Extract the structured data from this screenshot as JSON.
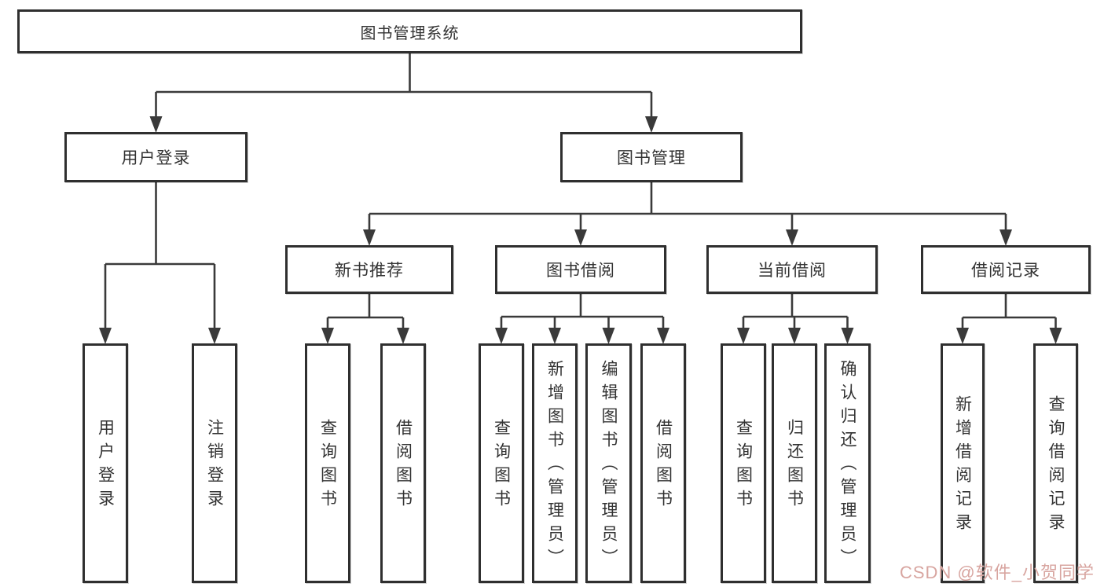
{
  "diagram": {
    "title": "图书管理系统"
  },
  "nodes": [
    {
      "id": "root",
      "label": "图书管理系统",
      "level": 1
    },
    {
      "id": "login",
      "label": "用户登录",
      "level": 2
    },
    {
      "id": "book-mgmt",
      "label": "图书管理",
      "level": 2
    },
    {
      "id": "new-book",
      "label": "新书推荐",
      "level": 3
    },
    {
      "id": "book-borrow",
      "label": "图书借阅",
      "level": 3
    },
    {
      "id": "current-borrow",
      "label": "当前借阅",
      "level": 3
    },
    {
      "id": "borrow-records",
      "label": "借阅记录",
      "level": 3
    },
    {
      "id": "user-login",
      "label": "用户登录",
      "level": 4
    },
    {
      "id": "logout",
      "label": "注销登录",
      "level": 4
    },
    {
      "id": "nb-query",
      "label": "查询图书",
      "level": 4
    },
    {
      "id": "nb-borrow",
      "label": "借阅图书",
      "level": 4
    },
    {
      "id": "bb-query",
      "label": "查询图书",
      "level": 4
    },
    {
      "id": "bb-add",
      "label": "新增图书（管理员）",
      "level": 4
    },
    {
      "id": "bb-edit",
      "label": "编辑图书（管理员）",
      "level": 4
    },
    {
      "id": "bb-borrow",
      "label": "借阅图书",
      "level": 4
    },
    {
      "id": "cb-query",
      "label": "查询图书",
      "level": 4
    },
    {
      "id": "cb-return",
      "label": "归还图书",
      "level": 4
    },
    {
      "id": "cb-confirm",
      "label": "确认归还（管理员）",
      "level": 4
    },
    {
      "id": "br-add",
      "label": "新增借阅记录",
      "level": 4
    },
    {
      "id": "br-query",
      "label": "查询借阅记录",
      "level": 4
    }
  ],
  "edges": [
    {
      "from": "root",
      "to": [
        "login",
        "book-mgmt"
      ]
    },
    {
      "from": "login",
      "to": [
        "user-login",
        "logout"
      ]
    },
    {
      "from": "book-mgmt",
      "to": [
        "new-book",
        "book-borrow",
        "current-borrow",
        "borrow-records"
      ]
    },
    {
      "from": "new-book",
      "to": [
        "nb-query",
        "nb-borrow"
      ]
    },
    {
      "from": "book-borrow",
      "to": [
        "bb-query",
        "bb-add",
        "bb-edit",
        "bb-borrow"
      ]
    },
    {
      "from": "current-borrow",
      "to": [
        "cb-query",
        "cb-return",
        "cb-confirm"
      ]
    },
    {
      "from": "borrow-records",
      "to": [
        "br-add",
        "br-query"
      ]
    }
  ],
  "watermark": {
    "text": "CSDN @软件_小贺同学"
  },
  "colors": {
    "background": "#ffffff",
    "box_border": "#2f2f2f",
    "line": "#3a3a3a",
    "text": "#333333",
    "watermark": "#d8a5a0"
  }
}
